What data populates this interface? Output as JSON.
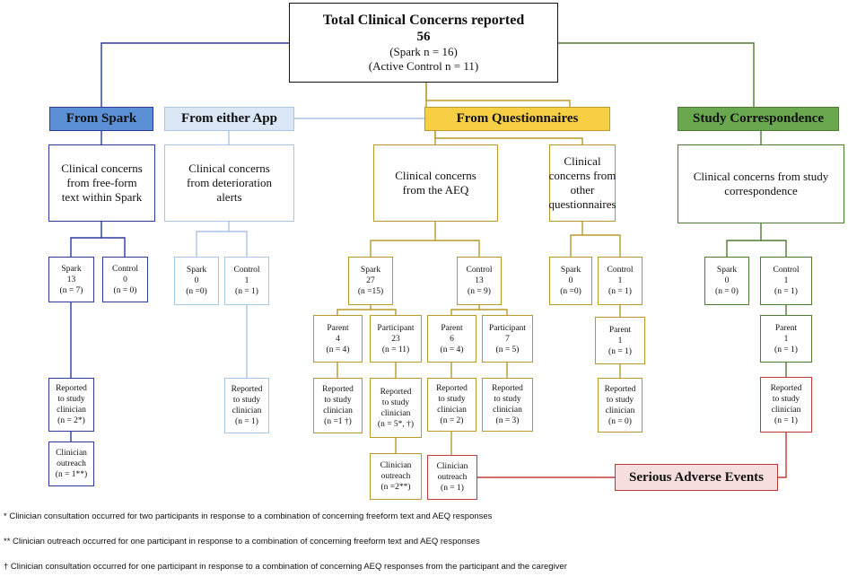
{
  "total": {
    "title": "Total Clinical Concerns reported",
    "count": "56",
    "spark": "(Spark n = 16)",
    "control": "(Active Control n = 11)"
  },
  "headers": {
    "spark": "From Spark",
    "either_app": "From either App",
    "questionnaires": "From Questionnaires",
    "correspondence": "Study Correspondence"
  },
  "colors": {
    "spark": "#2b3a9a",
    "spark_header_fill": "#5b8fd6",
    "either_app": "#a9c6e6",
    "either_app_header_fill": "#dbe7f5",
    "questionnaires": "#b79a2a",
    "questionnaires_header_fill": "#f7cf45",
    "correspondence": "#4f7a32",
    "correspondence_header_fill": "#6aa84f",
    "sae": "#c03a3a",
    "sae_fill": "#f6dede"
  },
  "sources": {
    "spark": [
      "Clinical concerns",
      "from free-form",
      "text within Spark"
    ],
    "either_app": [
      "Clinical concerns",
      "from deterioration",
      "alerts"
    ],
    "aeq": [
      "Clinical concerns",
      "from the AEQ"
    ],
    "other_q": [
      "Clinical",
      "concerns from",
      "other",
      "questionnaires"
    ],
    "correspondence": [
      "Clinical concerns from study",
      "correspondence"
    ]
  },
  "nodes": {
    "spark_spark": [
      "Spark",
      "13",
      "(n = 7)"
    ],
    "spark_control": [
      "Control",
      "0",
      "(n = 0)"
    ],
    "app_spark": [
      "Spark",
      "0",
      "(n =0)"
    ],
    "app_control": [
      "Control",
      "1",
      "(n = 1)"
    ],
    "aeq_spark": [
      "Spark",
      "27",
      "(n =15)"
    ],
    "aeq_control": [
      "Control",
      "13",
      "(n = 9)"
    ],
    "aeq_spark_parent": [
      "Parent",
      "4",
      "(n = 4)"
    ],
    "aeq_spark_participant": [
      "Participant",
      "23",
      "(n = 11)"
    ],
    "aeq_control_parent": [
      "Parent",
      "6",
      "(n = 4)"
    ],
    "aeq_control_participant": [
      "Participant",
      "7",
      "(n = 5)"
    ],
    "other_spark": [
      "Spark",
      "0",
      "(n =0)"
    ],
    "other_control": [
      "Control",
      "1",
      "(n = 1)"
    ],
    "other_parent": [
      "Parent",
      "1",
      "(n = 1)"
    ],
    "corr_spark": [
      "Spark",
      "0",
      "(n = 0)"
    ],
    "corr_control": [
      "Control",
      "1",
      "(n = 1)"
    ],
    "corr_parent": [
      "Parent",
      "1",
      "(n = 1)"
    ],
    "rep_spark": [
      "Reported",
      "to study",
      "clinician",
      "(n = 2*)"
    ],
    "rep_app": [
      "Reported",
      "to study",
      "clinician",
      "(n = 1)"
    ],
    "rep_aeq_sp_parent": [
      "Reported",
      "to study",
      "clinician",
      "(n =1 †)"
    ],
    "rep_aeq_sp_participant": [
      "Reported",
      "to study",
      "clinician",
      "(n = 5*, †)"
    ],
    "rep_aeq_ctl_parent": [
      "Reported",
      "to study",
      "clinician",
      "(n = 2)"
    ],
    "rep_aeq_ctl_participant": [
      "Reported",
      "to study",
      "clinician",
      "(n = 3)"
    ],
    "rep_other": [
      "Reported",
      "to study",
      "clinician",
      "(n = 0)"
    ],
    "rep_corr": [
      "Reported",
      "to study",
      "clinician",
      "(n = 1)"
    ],
    "out_spark": [
      "Clinician",
      "outreach",
      "(n = 1**)"
    ],
    "out_aeq_sp_participant": [
      "Clinician",
      "outreach",
      "(n =2**)"
    ],
    "out_aeq_ctl_parent": [
      "Clinician",
      "outreach",
      "(n = 1)"
    ]
  },
  "sae": "Serious Adverse Events",
  "footnotes": [
    "* Clinician consultation occurred for two participants in response to a combination of concerning freeform text and AEQ responses",
    "** Clinician outreach occurred for one participant in response to a combination of concerning freeform text and AEQ responses",
    "† Clinician consultation occurred for one participant in response to a combination of concerning AEQ responses from the participant and the caregiver"
  ]
}
